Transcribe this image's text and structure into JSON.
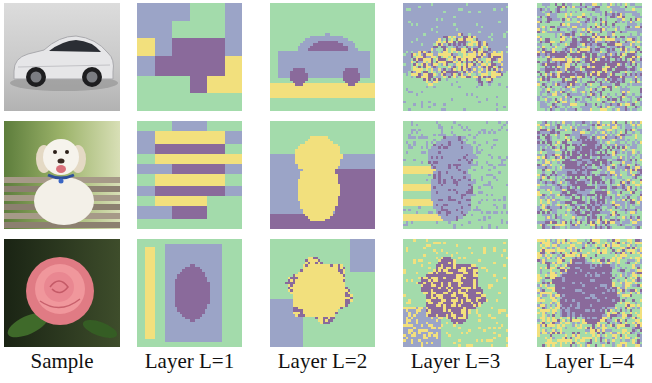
{
  "diagram": {
    "labels": [
      "Sample",
      "Layer L=1",
      "Layer L=2",
      "Layer L=3",
      "Layer L=4"
    ]
  }
}
